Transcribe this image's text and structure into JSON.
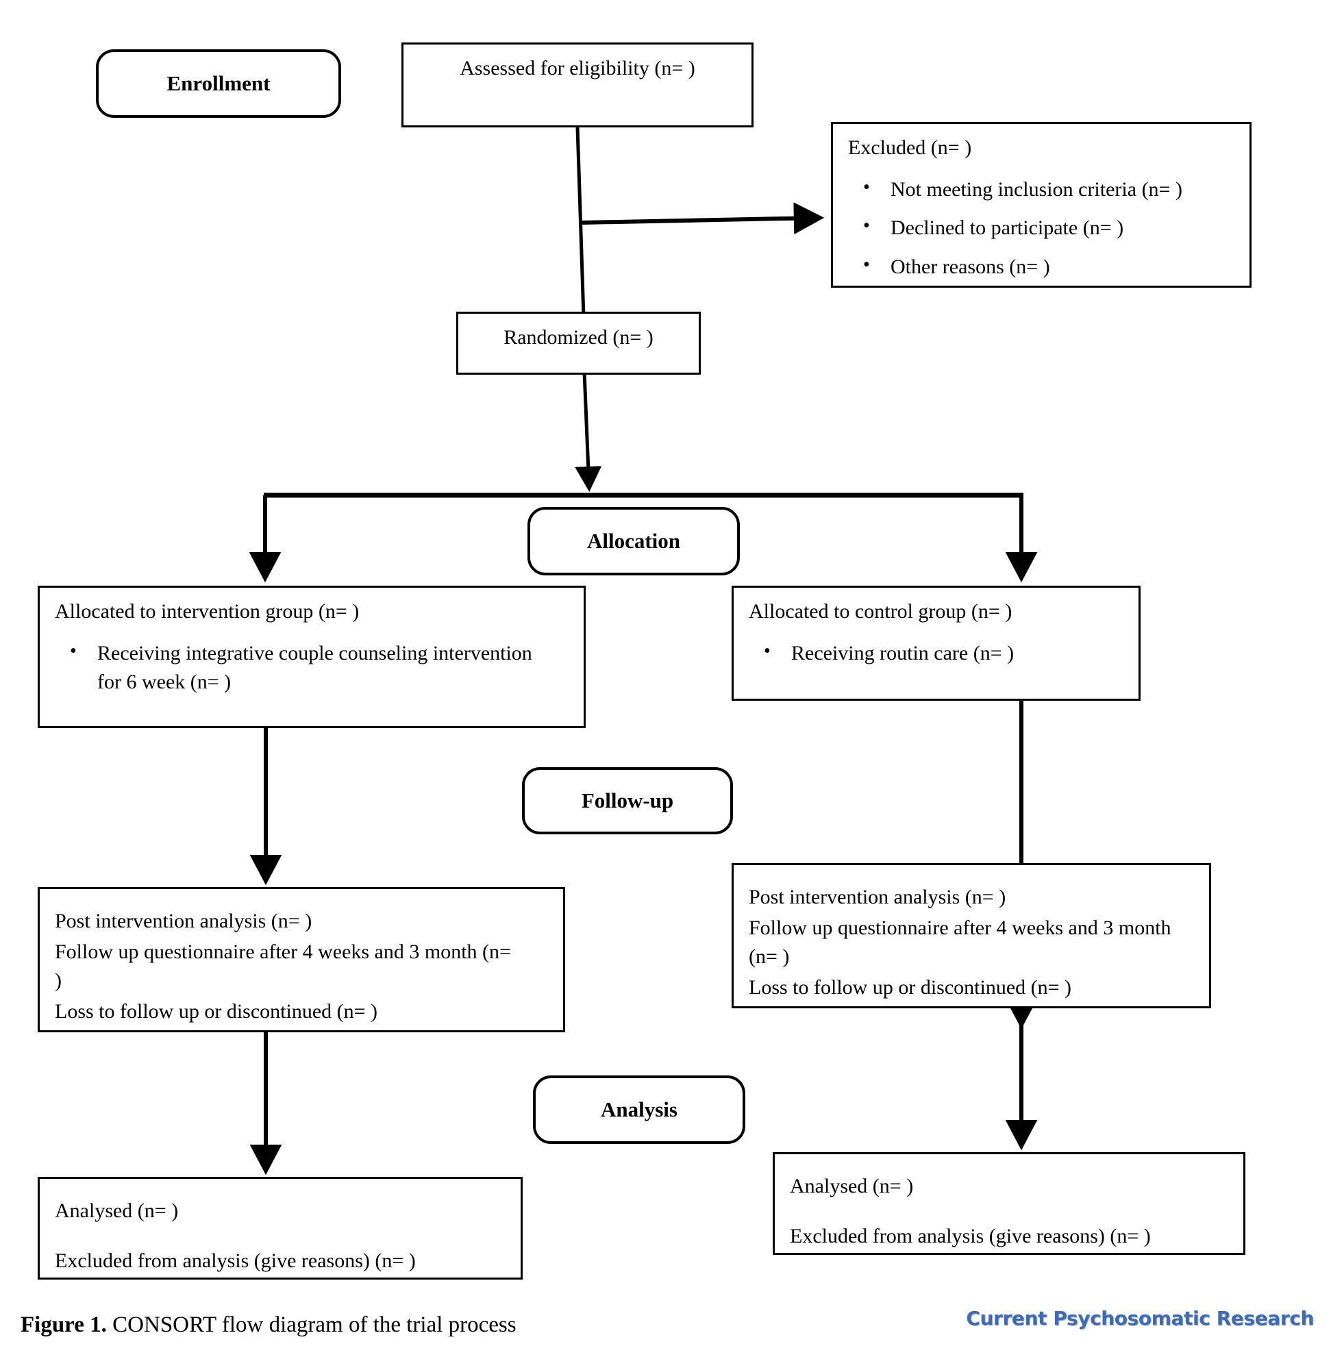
{
  "figure": {
    "caption_label": "Figure 1.",
    "caption_text": " CONSORT flow diagram of the trial process",
    "journal_logo": "Current Psychosomatic Research",
    "logo_color": "#3d6cb4",
    "line_color": "#000000"
  },
  "stages": {
    "enrollment": "Enrollment",
    "allocation": "Allocation",
    "followup": "Follow-up",
    "analysis": "Analysis"
  },
  "nodes": {
    "assessed": {
      "title": "Assessed for eligibility (n= )"
    },
    "excluded": {
      "title": "Excluded (n= )",
      "bullets": [
        "Not meeting inclusion criteria (n= )",
        "Declined to participate (n= )",
        "Other reasons (n= )"
      ]
    },
    "randomized": {
      "title": "Randomized (n= )"
    },
    "allocated_intervention": {
      "title": "Allocated to intervention group (n= )",
      "bullets": [
        "Receiving integrative couple counseling intervention for 6 week (n= )"
      ]
    },
    "allocated_control": {
      "title": "Allocated to control group (n= )",
      "bullets": [
        "Receiving routin care (n= )"
      ]
    },
    "followup_intervention": {
      "line1": "Post intervention analysis (n= )",
      "line2": "Follow up questionnaire after 4 weeks and 3 month (n= )",
      "line3": "Loss to follow up or discontinued (n= )"
    },
    "followup_control": {
      "line1": "Post intervention analysis (n= )",
      "line2": "Follow up questionnaire after 4 weeks and 3 month (n= )",
      "line3": "Loss to follow up or discontinued (n= )"
    },
    "analysed_intervention": {
      "line1": "Analysed (n= )",
      "line2": "Excluded from analysis (give reasons) (n= )"
    },
    "analysed_control": {
      "line1": "Analysed (n= )",
      "line2": "Excluded from analysis (give reasons) (n= )"
    }
  }
}
